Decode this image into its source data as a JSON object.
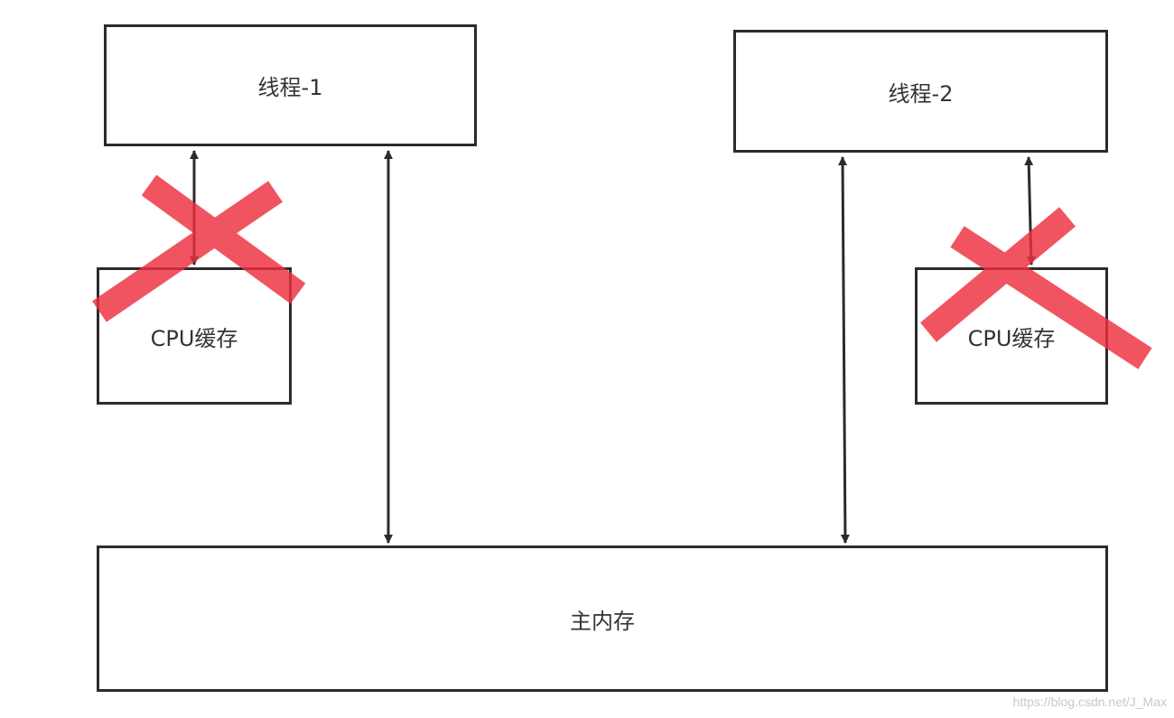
{
  "nodes": {
    "thread1": "线程-1",
    "thread2": "线程-2",
    "cache1": "CPU缓存",
    "cache2": "CPU缓存",
    "main_memory": "主内存"
  },
  "edges": [
    {
      "from": "thread1",
      "to": "cache1",
      "type": "bidirectional",
      "crossed_out": true
    },
    {
      "from": "thread1",
      "to": "main_memory",
      "type": "bidirectional",
      "crossed_out": false
    },
    {
      "from": "thread2",
      "to": "main_memory",
      "type": "bidirectional",
      "crossed_out": false
    },
    {
      "from": "thread2",
      "to": "cache2",
      "type": "bidirectional",
      "crossed_out": true
    }
  ],
  "colors": {
    "border": "#2b2b2b",
    "arrow": "#2b2b2b",
    "cross": "#ee2f3f",
    "text": "#333333",
    "watermark": "#c8c8c8"
  },
  "watermark": "https://blog.csdn.net/J_Max"
}
